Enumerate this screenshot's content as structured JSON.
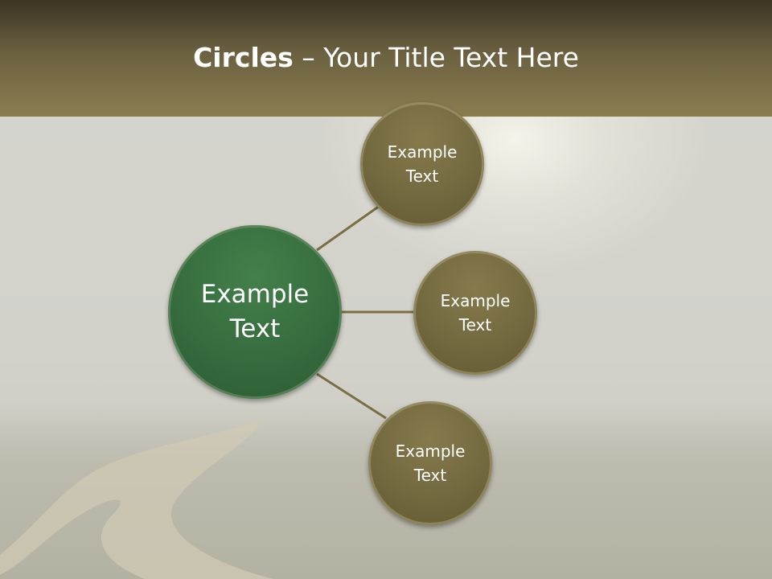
{
  "slide": {
    "title_bold": "Circles",
    "title_rest": " – Your Title Text Here"
  },
  "diagram": {
    "center": {
      "label": "Example Text",
      "color": "#366c3e"
    },
    "satellites": [
      {
        "label": "Example Text",
        "color": "#73693f"
      },
      {
        "label": "Example Text",
        "color": "#73693f"
      },
      {
        "label": "Example Text",
        "color": "#73693f"
      }
    ],
    "connector_color": "#7a6e42"
  },
  "colors": {
    "header": "#6b6040",
    "background": "#d4d4cd"
  }
}
